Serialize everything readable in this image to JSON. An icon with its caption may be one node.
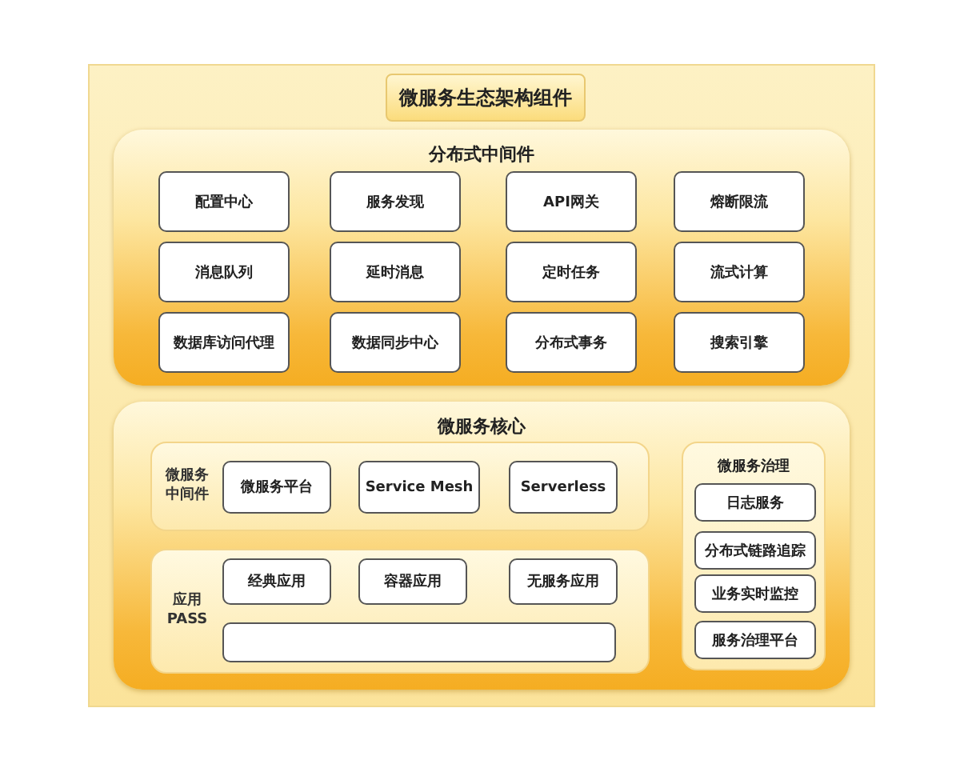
{
  "diagram": {
    "nodes": [
      {
        "text": [
          "微服务生态架构组件"
        ]
      },
      {
        "text": [
          "分布式中间件"
        ]
      },
      {
        "text": [
          "配置中心"
        ],
        "in": 1
      },
      {
        "text": [
          "服务发现"
        ],
        "in": 1
      },
      {
        "text": [
          "API网关"
        ],
        "in": 1
      },
      {
        "text": [
          "熔断限流"
        ],
        "in": 1
      },
      {
        "text": [
          "消息队列"
        ],
        "in": 1
      },
      {
        "text": [
          "延时消息"
        ],
        "in": 1
      },
      {
        "text": [
          "定时任务"
        ],
        "in": 1
      },
      {
        "text": [
          "流式计算"
        ],
        "in": 1
      },
      {
        "text": [
          "数据库访问代理"
        ],
        "in": 1
      },
      {
        "text": [
          "数据同步中心"
        ],
        "in": 1
      },
      {
        "text": [
          "分布式事务"
        ],
        "in": 1
      },
      {
        "text": [
          "搜索引擎"
        ],
        "in": 1
      },
      {
        "text": [
          "微服务核心"
        ]
      },
      {
        "text": [
          "微服务中间件"
        ],
        "in": 14
      },
      {
        "text": [
          "微服务平台"
        ],
        "in": 15
      },
      {
        "text": [
          "Service Mesh"
        ],
        "in": 15
      },
      {
        "text": [
          "Serverless"
        ],
        "in": 15
      },
      {
        "text": [
          "应用 PASS"
        ],
        "in": 14
      },
      {
        "text": [
          "经典应用"
        ],
        "in": 19
      },
      {
        "text": [
          "容器应用"
        ],
        "in": 19
      },
      {
        "text": [
          "无服务应用"
        ],
        "in": 19
      },
      {
        "text": [],
        "shape": "box",
        "in": 19
      },
      {
        "text": [
          "微服务治理"
        ],
        "in": 14
      },
      {
        "text": [
          "日志服务"
        ],
        "in": 24
      },
      {
        "text": [
          "分布式链路追踪"
        ],
        "in": 24
      },
      {
        "text": [
          "业务实时监控"
        ],
        "in": 24
      },
      {
        "text": [
          "服务治理平台"
        ],
        "in": 24
      }
    ]
  }
}
